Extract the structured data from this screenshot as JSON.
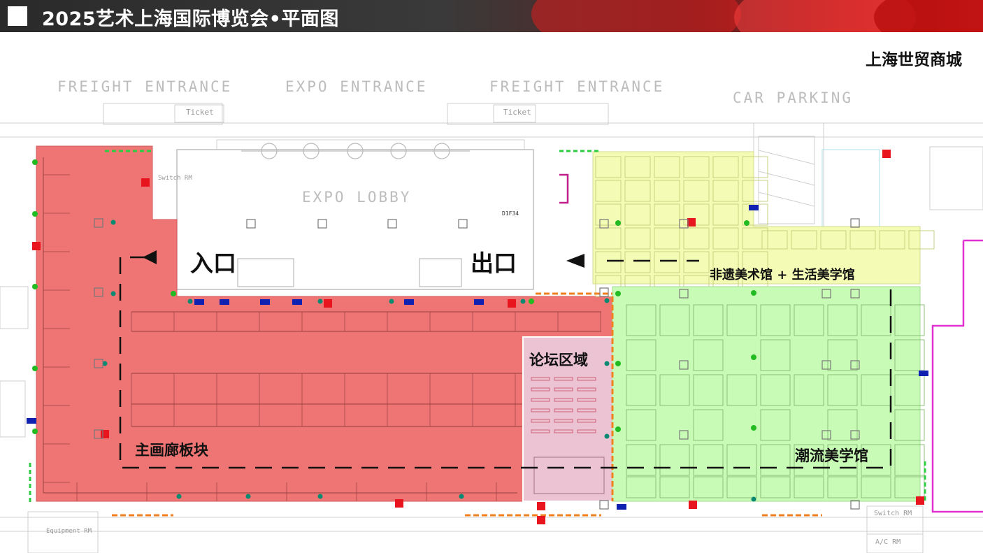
{
  "header": {
    "title": "2025艺术上海国际博览会•平面图",
    "accent_color": "#d32f2f"
  },
  "venue_name": "上海世贸商城",
  "plan_labels": {
    "freight_entrance_left": "FREIGHT ENTRANCE",
    "expo_entrance": "EXPO ENTRANCE",
    "freight_entrance_right": "FREIGHT ENTRANCE",
    "car_parking": "CAR PARKING",
    "expo_lobby": "EXPO LOBBY",
    "ticket_left": "Ticket",
    "ticket_right": "Ticket",
    "switch_rm_top": "Switch RM",
    "switch_rm_bottom": "Switch RM",
    "equipment_rm": "Equipment RM",
    "ac_rm": "A/C RM",
    "door_code": "D1F34"
  },
  "zones": {
    "entrance": "入口",
    "exit": "出口",
    "main_gallery": "主画廊板块",
    "forum": "论坛区域",
    "heritage_lifestyle": "非遗美术馆 + 生活美学馆",
    "trend": "潮流美学馆"
  },
  "colors": {
    "main_gallery": "#ef7474",
    "forum": "#ebc3d3",
    "heritage_lifestyle": "#f3fbb4",
    "trend": "#c8fbb5",
    "route_line": "#111111",
    "orange_border": "#f0811e",
    "green_border": "#2ecc40"
  }
}
